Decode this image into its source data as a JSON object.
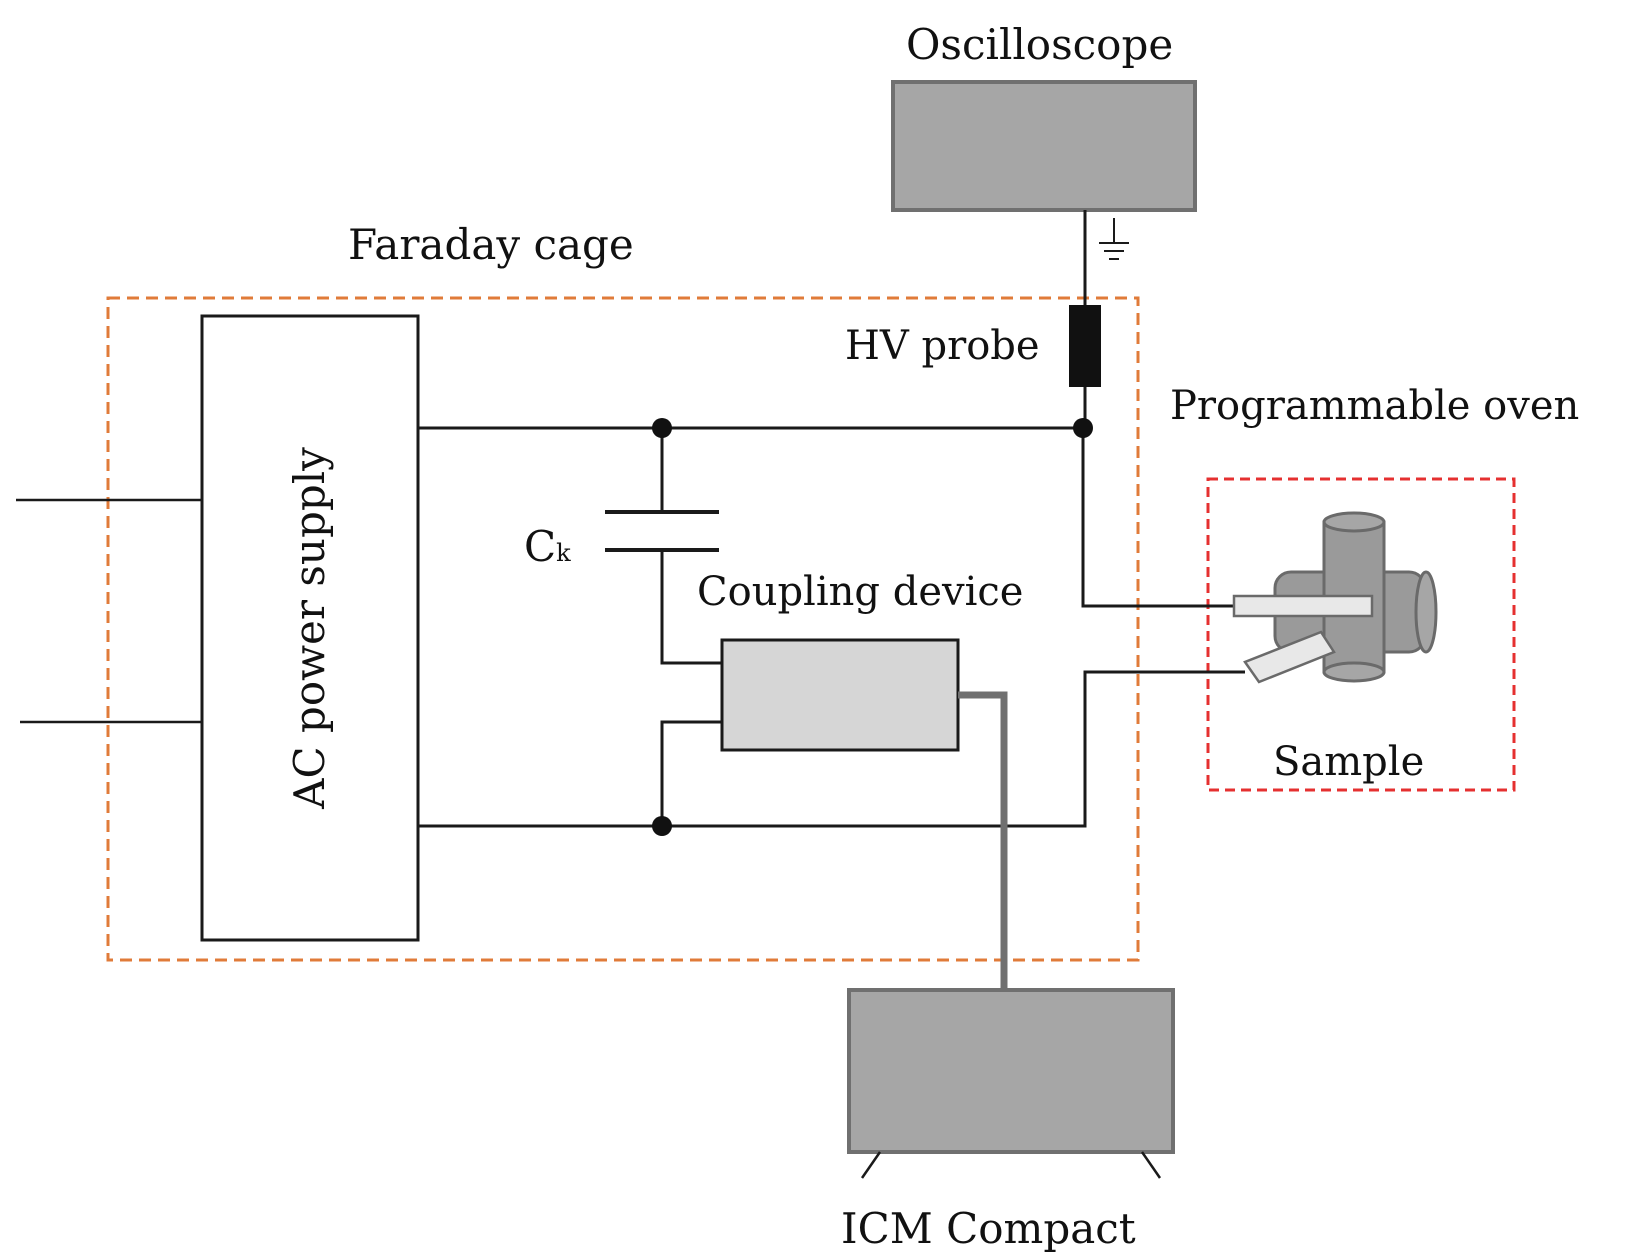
{
  "labels": {
    "oscilloscope": "Oscilloscope",
    "faraday_cage": "Faraday cage",
    "hv_probe": "HV probe",
    "programmable_oven": "Programmable oven",
    "ac_power_supply": "AC power supply",
    "ck_main": "C",
    "ck_sub": "k",
    "coupling_device": "Coupling device",
    "sample": "Sample",
    "icm_compact": "ICM Compact"
  },
  "colors": {
    "wire": "#1a1a1a",
    "instrument_fill": "#a6a6a6",
    "instrument_stroke": "#707070",
    "coupling_fill": "#d6d6d6",
    "faraday_border": "#e07b39",
    "oven_border": "#e53030",
    "sample_fill": "#9a9a9a",
    "electrode_fill": "#e8e8e8",
    "probe_fill": "#111111"
  }
}
